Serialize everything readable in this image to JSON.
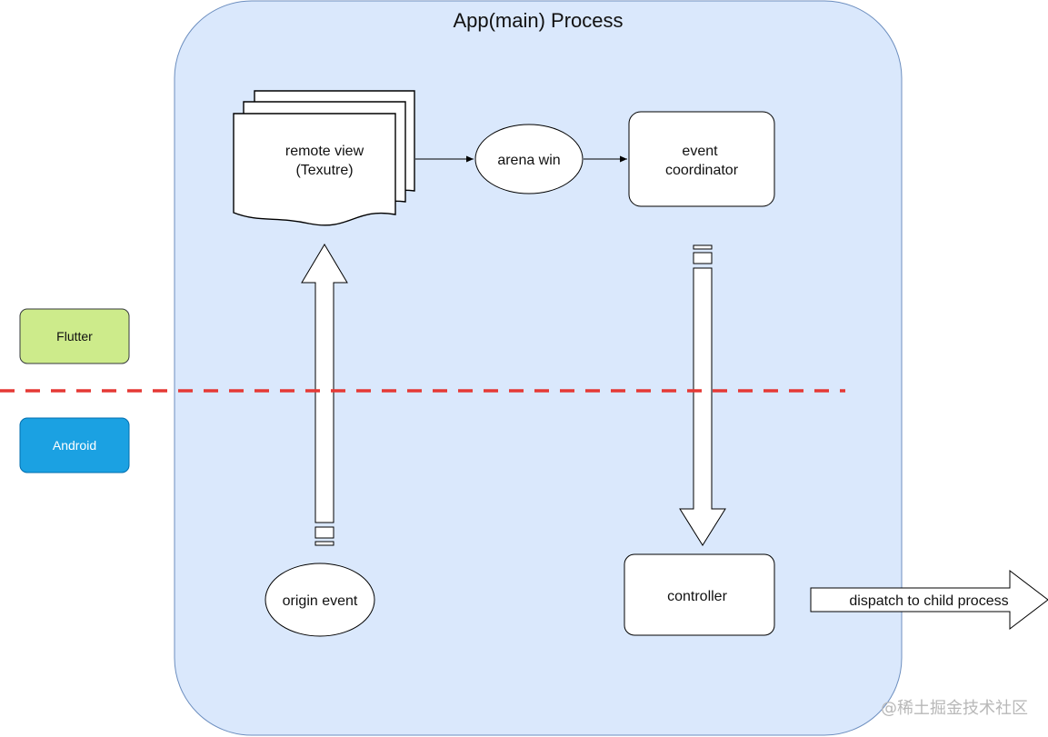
{
  "diagram": {
    "process_title": "App(main) Process",
    "remote_view": {
      "line1": "remote view",
      "line2": "(Texutre)"
    },
    "arena_win": "arena win",
    "event_coordinator": {
      "line1": "event",
      "line2": "coordinator"
    },
    "flutter_badge": "Flutter",
    "android_badge": "Android",
    "origin_event": "origin event",
    "controller": "controller",
    "dispatch_arrow": "dispatch to child process",
    "watermark": "@稀土掘金技术社区",
    "colors": {
      "process_fill": "#dae8fc",
      "process_stroke": "#6c8ebf",
      "flutter_fill": "#cdeb8b",
      "flutter_stroke": "#36393d",
      "android_fill": "#1ba1e2",
      "android_stroke": "#006eaf",
      "divider": "#e53935"
    }
  }
}
